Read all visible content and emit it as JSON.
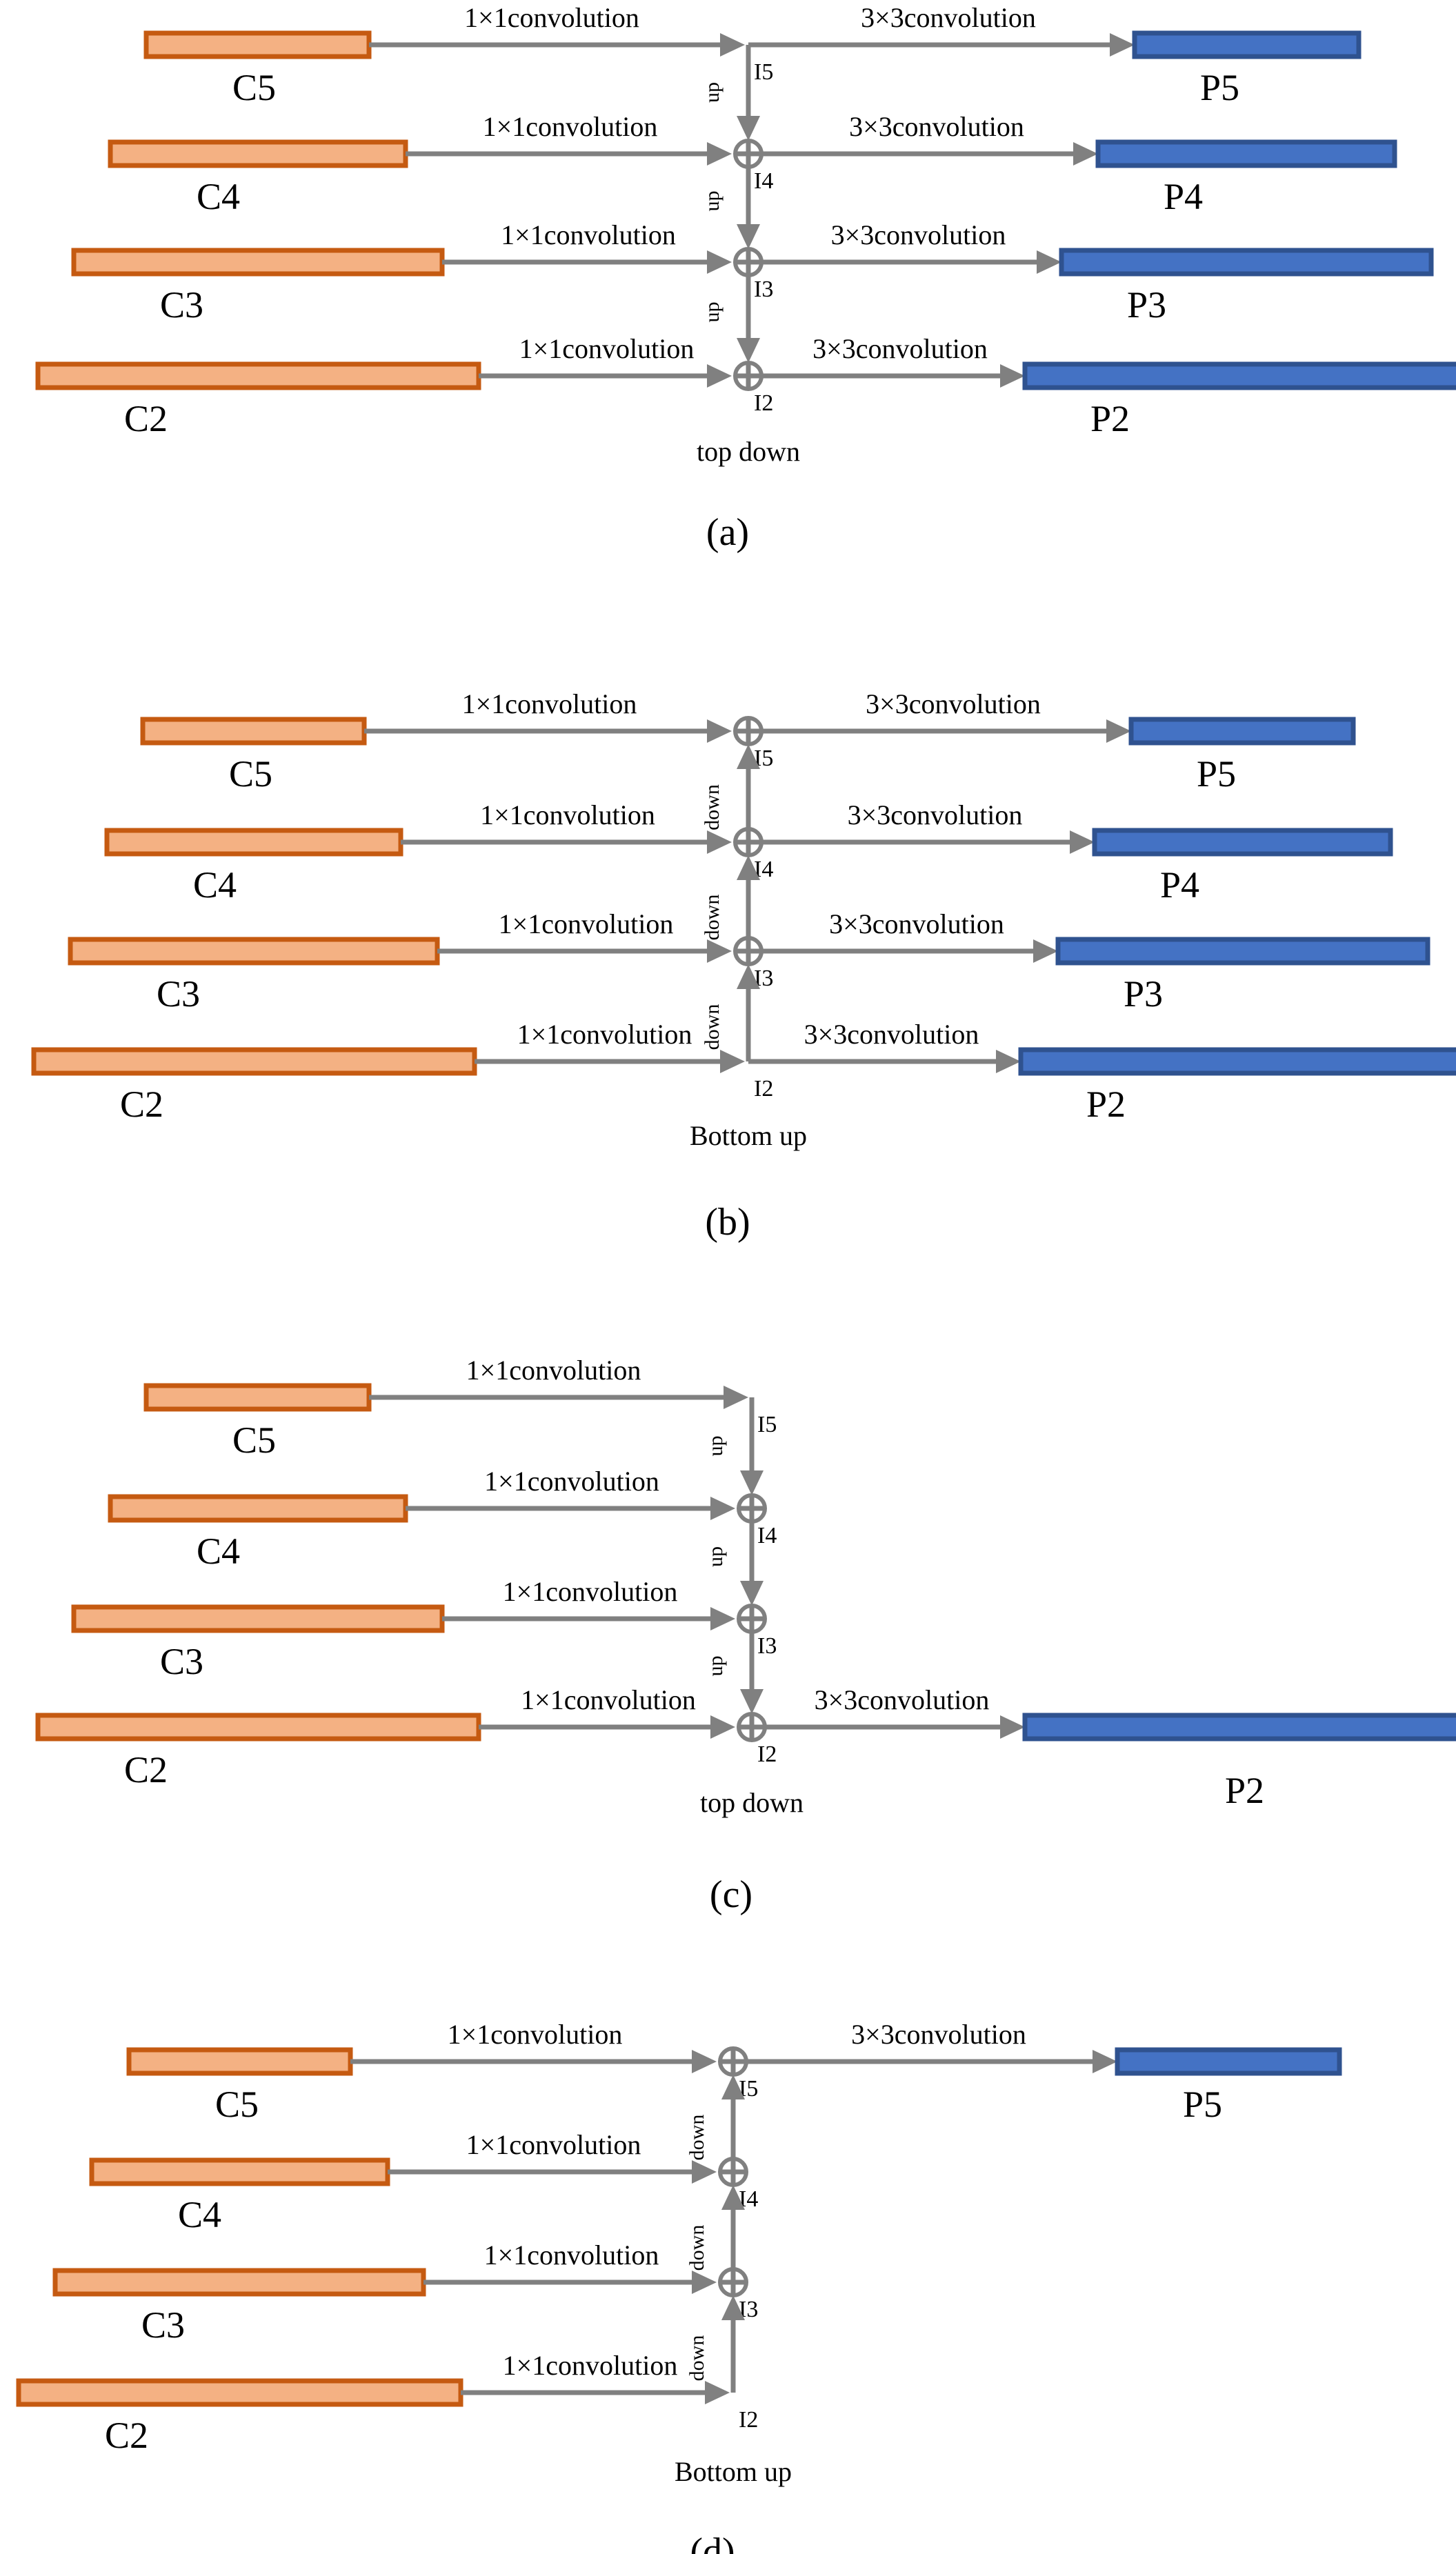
{
  "colors": {
    "backbone_fill": "#F4B183",
    "backbone_stroke": "#C55A11",
    "pyramid_fill": "#4472C4",
    "pyramid_stroke": "#2F528F",
    "connector": "#808080"
  },
  "icons": {
    "sum_node": "circled-plus-icon",
    "arrow_head": "triangle-arrow-icon"
  },
  "panels": [
    {
      "id": "a",
      "caption": "(a)",
      "footer": "top down",
      "direction_label": "up",
      "lateral_label": "1×1convolution",
      "output_label": "3×3convolution",
      "backbone": [
        "C5",
        "C4",
        "C3",
        "C2"
      ],
      "nodes": [
        "I5",
        "I4",
        "I3",
        "I2"
      ],
      "outputs": [
        "P5",
        "P4",
        "P3",
        "P2"
      ]
    },
    {
      "id": "b",
      "caption": "(b)",
      "footer": "Bottom up",
      "direction_label": "down",
      "lateral_label": "1×1convolution",
      "output_label": "3×3convolution",
      "backbone": [
        "C5",
        "C4",
        "C3",
        "C2"
      ],
      "nodes": [
        "I5",
        "I4",
        "I3",
        "I2"
      ],
      "outputs": [
        "P5",
        "P4",
        "P3",
        "P2"
      ]
    },
    {
      "id": "c",
      "caption": "(c)",
      "footer": "top down",
      "direction_label": "up",
      "lateral_label": "1×1convolution",
      "output_label": "3×3convolution",
      "backbone": [
        "C5",
        "C4",
        "C3",
        "C2"
      ],
      "nodes": [
        "I5",
        "I4",
        "I3",
        "I2"
      ],
      "outputs": [
        "P2"
      ]
    },
    {
      "id": "d",
      "caption": "(d)",
      "footer": "Bottom up",
      "direction_label": "down",
      "lateral_label": "1×1convolution",
      "output_label": "3×3convolution",
      "backbone": [
        "C5",
        "C4",
        "C3",
        "C2"
      ],
      "nodes": [
        "I5",
        "I4",
        "I3",
        "I2"
      ],
      "outputs": [
        "P5"
      ]
    }
  ]
}
